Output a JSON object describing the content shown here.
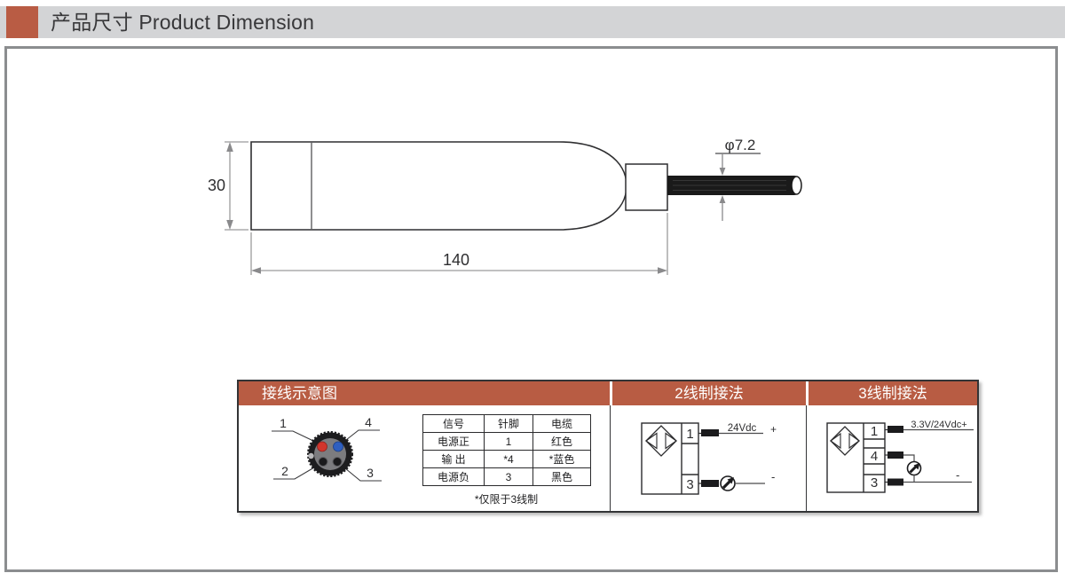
{
  "header": {
    "title": "产品尺寸 Product Dimension"
  },
  "drawing": {
    "height_dim": "30",
    "length_dim": "140",
    "cable_dia_dim": "φ7.2"
  },
  "wiring": {
    "panels": {
      "diagram": "接线示意图",
      "two_wire": "2线制接法",
      "three_wire": "3线制接法"
    },
    "connector": {
      "pin1": "1",
      "pin2": "2",
      "pin3": "3",
      "pin4": "4"
    },
    "table": {
      "headers": [
        "信号",
        "针脚",
        "电缆"
      ],
      "rows": [
        [
          "电源正",
          "1",
          "红色"
        ],
        [
          "输 出",
          "*4",
          "*蓝色"
        ],
        [
          "电源负",
          "3",
          "黑色"
        ]
      ],
      "footnote": "*仅限于3线制"
    },
    "two_wire": {
      "terminal_top": "1",
      "terminal_bottom": "3",
      "voltage_label": "24Vdc",
      "plus": "+",
      "minus": "-"
    },
    "three_wire": {
      "terminal_1": "1",
      "terminal_4": "4",
      "terminal_3": "3",
      "voltage_label": "3.3V/24Vdc+",
      "minus": "-"
    }
  },
  "colors": {
    "accent": "#b85c43",
    "titlebar_gray": "#d3d4d6",
    "pin_red": "#d2352c",
    "pin_blue": "#2e5fc0",
    "cable_black": "#1a1a1a"
  }
}
